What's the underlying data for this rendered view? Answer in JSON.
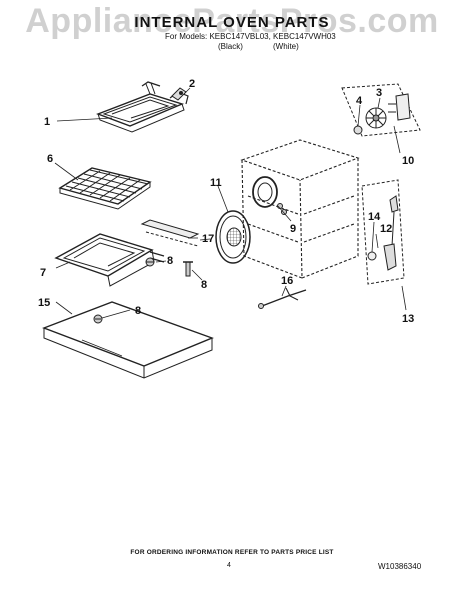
{
  "header": {
    "watermark": "AppliancePartsPros.com",
    "title": "INTERNAL OVEN PARTS",
    "models_line": "For Models: KEBC147VBL03, KEBC147VWH03",
    "variant_black": "(Black)",
    "variant_white": "(White)"
  },
  "callouts": [
    {
      "id": "c1",
      "label": "1"
    },
    {
      "id": "c2",
      "label": "2"
    },
    {
      "id": "c3",
      "label": "3"
    },
    {
      "id": "c4",
      "label": "4"
    },
    {
      "id": "c6",
      "label": "6"
    },
    {
      "id": "c7",
      "label": "7"
    },
    {
      "id": "c8a",
      "label": "8"
    },
    {
      "id": "c8b",
      "label": "8"
    },
    {
      "id": "c8c",
      "label": "8"
    },
    {
      "id": "c9",
      "label": "9"
    },
    {
      "id": "c10",
      "label": "10"
    },
    {
      "id": "c11",
      "label": "11"
    },
    {
      "id": "c12",
      "label": "12"
    },
    {
      "id": "c13",
      "label": "13"
    },
    {
      "id": "c14",
      "label": "14"
    },
    {
      "id": "c15",
      "label": "15"
    },
    {
      "id": "c16",
      "label": "16"
    },
    {
      "id": "c17",
      "label": "17"
    }
  ],
  "footer": {
    "ordering_note": "FOR ORDERING INFORMATION REFER TO PARTS PRICE LIST",
    "page_number": "4",
    "document_number": "W10386340"
  }
}
